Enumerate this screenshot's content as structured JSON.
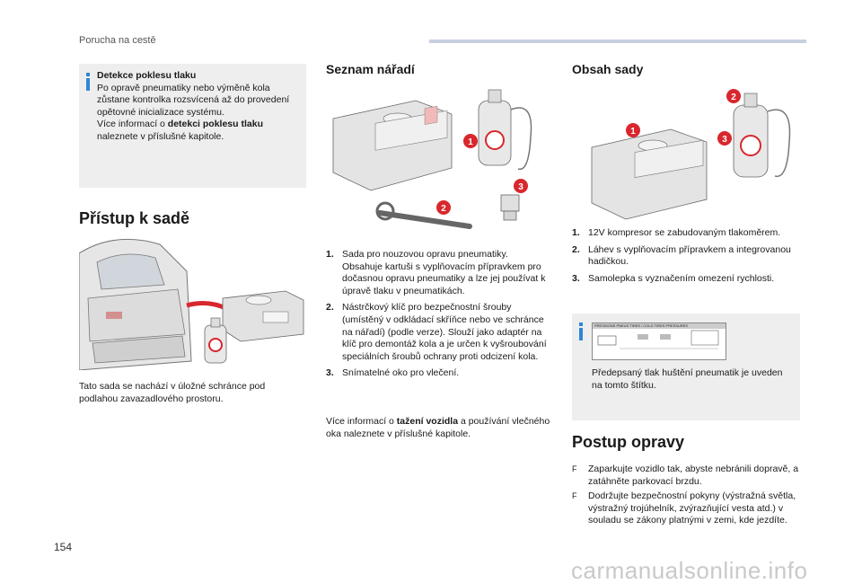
{
  "header": {
    "title": "Porucha na cestě"
  },
  "page_number": "154",
  "watermark": "carmanualsonline.info",
  "left": {
    "info_box": {
      "heading": "Detekce poklesu tlaku",
      "text_1": "Po opravě pneumatiky nebo výměně kola zůstane kontrolka rozsvícená až do provedení opětovné inicializace systému.",
      "text_2_pre": "Více informací o ",
      "text_2_bold": "detekci poklesu tlaku",
      "text_2_post": " naleznete v příslušné kapitole."
    },
    "section_title": "Přístup k sadě",
    "caption": "Tato sada se nachází v úložné schránce pod podlahou zavazadlového prostoru."
  },
  "middle": {
    "section_title": "Seznam nářadí",
    "items": [
      {
        "num": "1.",
        "text": "Sada pro nouzovou opravu pneumatiky. Obsahuje kartuši s vyplňovacím přípravkem pro dočasnou opravu pneumatiky a lze jej používat k úpravě tlaku v pneumatikách."
      },
      {
        "num": "2.",
        "text": "Nástrčkový klíč pro bezpečnostní šrouby (umístěný v odkládací skříňce nebo ve schránce na nářadí) (podle verze). Slouží jako adaptér na klíč pro demontáž kola a je určen k vyšroubování speciálních šroubů ochrany proti odcizení kola."
      },
      {
        "num": "3.",
        "text": "Snímatelné oko pro vlečení."
      }
    ],
    "footer_pre": "Více informací o ",
    "footer_bold": "tažení vozidla",
    "footer_post": " a používání vlečného oka naleznete v příslušné kapitole.",
    "callouts": [
      "1",
      "2",
      "3"
    ]
  },
  "right": {
    "section_title": "Obsah sady",
    "callouts": [
      "1",
      "2",
      "3"
    ],
    "items": [
      {
        "num": "1.",
        "text": "12V kompresor se zabudovaným tlakoměrem."
      },
      {
        "num": "2.",
        "text": "Láhev s vyplňovacím přípravkem a integrovanou hadičkou."
      },
      {
        "num": "3.",
        "text": "Samolepka s vyznačením omezení rychlosti."
      }
    ],
    "info_box": {
      "label_strip": "PRESSIONS PNEUS TIRES / COLD TIRES PRESSURES",
      "text": "Předepsaný tlak huštění pneumatik je uveden na tomto štítku."
    },
    "repair_title": "Postup opravy",
    "steps": [
      {
        "bullet": "F",
        "text": "Zaparkujte vozidlo tak, abyste nebránili dopravě, a zatáhněte parkovací brzdu."
      },
      {
        "bullet": "F",
        "text": "Dodržujte bezpečnostní pokyny (výstražná světla, výstražný trojúhelník, zvýrazňující vesta atd.) v souladu se zákony platnými v zemi, kde jezdíte."
      }
    ]
  },
  "colors": {
    "accent_blue": "#2f86d6",
    "callout_red": "#d8272d",
    "box_bg": "#eeeeee",
    "header_bar": "#c8cfe0"
  }
}
